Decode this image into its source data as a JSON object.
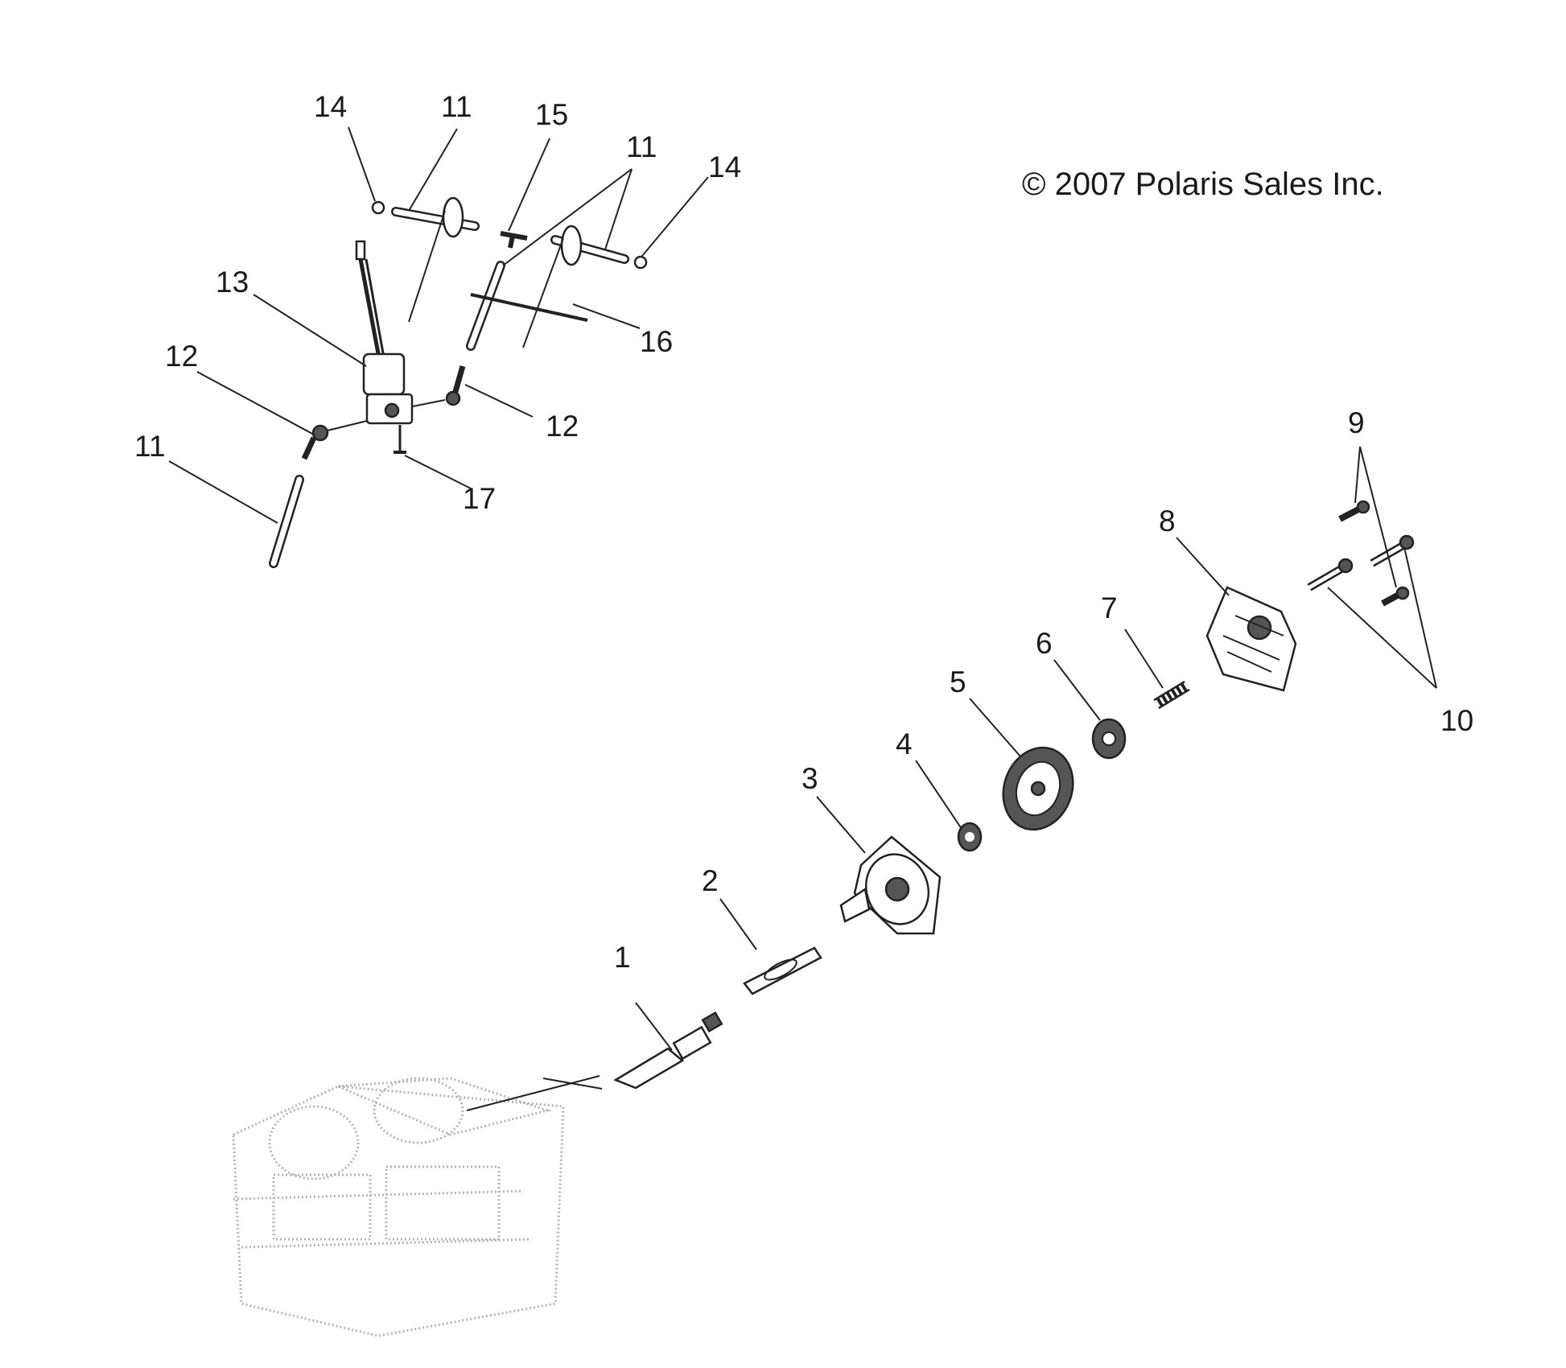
{
  "copyright": "© 2007 Polaris Sales Inc.",
  "callouts": {
    "c1": "1",
    "c2": "2",
    "c3": "3",
    "c4": "4",
    "c5": "5",
    "c6": "6",
    "c7": "7",
    "c8": "8",
    "c9": "9",
    "c10": "10",
    "c11a": "11",
    "c11b": "11",
    "c11c": "11",
    "c12a": "12",
    "c12b": "12",
    "c13": "13",
    "c14a": "14",
    "c14b": "14",
    "c15": "15",
    "c16": "16",
    "c17": "17"
  }
}
